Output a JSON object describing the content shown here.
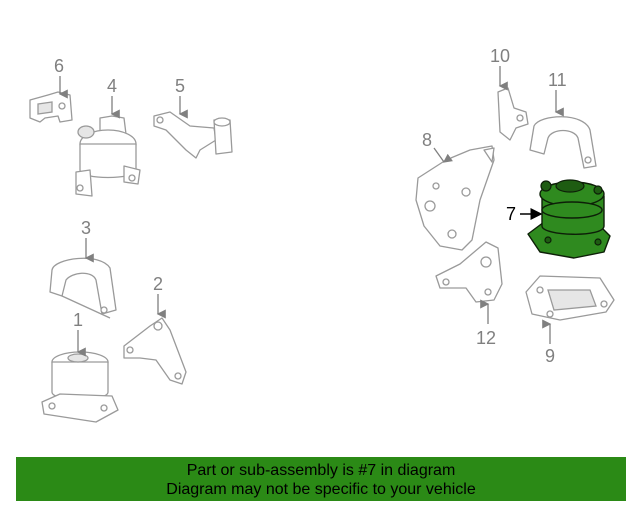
{
  "diagram": {
    "highlighted_part": "7",
    "callouts": [
      "1",
      "2",
      "3",
      "4",
      "5",
      "6",
      "7",
      "8",
      "9",
      "10",
      "11",
      "12"
    ],
    "colors": {
      "highlight": "#2f8a1f",
      "footer": "#2b8a16",
      "line": "#9a9a9a"
    }
  },
  "footer": {
    "line1": "Part or sub-assembly is #7 in diagram",
    "line2": "Diagram may not be specific to your vehicle"
  }
}
